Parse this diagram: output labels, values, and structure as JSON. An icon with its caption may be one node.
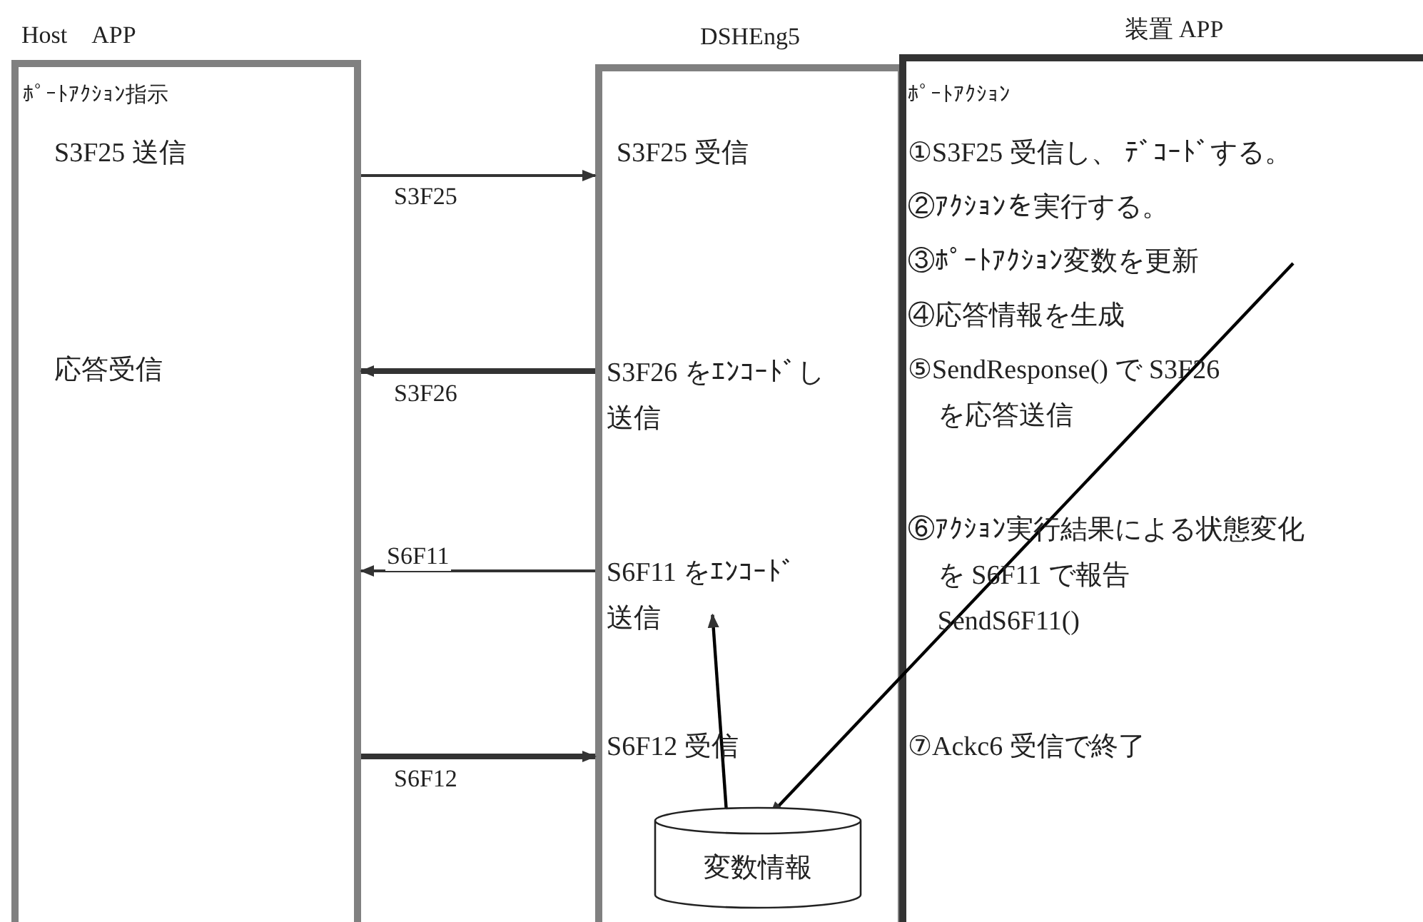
{
  "diagram": {
    "nodes": [
      {
        "text": [
          "Host　APP"
        ]
      },
      {
        "text": [
          "ﾎﾟｰﾄｱｸｼｮﾝ指示"
        ],
        "in": 0
      },
      {
        "text": [
          "S3F25 送信"
        ],
        "in": 0
      },
      {
        "text": [
          "応答受信"
        ],
        "in": 0
      },
      {
        "text": [
          "DSHEng5"
        ]
      },
      {
        "text": [
          "S3F25 受信"
        ],
        "in": 4
      },
      {
        "text": [
          "S3F26 をｴﾝｺｰﾄﾞし送信"
        ],
        "in": 4
      },
      {
        "text": [
          "S6F11 をｴﾝｺｰﾄﾞ送信"
        ],
        "in": 4
      },
      {
        "text": [
          "S6F12 受信"
        ],
        "in": 4
      },
      {
        "text": [
          "変数情報"
        ],
        "in": 4
      },
      {
        "text": [
          "装置 APP"
        ]
      },
      {
        "text": [
          "ﾎﾟｰﾄｱｸｼｮﾝ"
        ],
        "in": 10
      },
      {
        "text": [
          "①S3F25 受信し、 ﾃﾞｺｰﾄﾞする。"
        ],
        "in": 10
      },
      {
        "text": [
          "②ｱｸｼｮﾝを実行する。"
        ],
        "in": 10
      },
      {
        "text": [
          "③ﾎﾟｰﾄｱｸｼｮﾝ変数を更新"
        ],
        "in": 10
      },
      {
        "text": [
          "④応答情報を生成"
        ],
        "in": 10
      },
      {
        "text": [
          "⑤SendResponse() で S3F26 を応答送信"
        ],
        "in": 10
      },
      {
        "text": [
          "⑥ｱｸｼｮﾝ実行結果による状態変化を S6F11 で報告",
          "SendS6F11()"
        ],
        "in": 10
      },
      {
        "text": [
          "⑦Ackc6 受信で終了"
        ],
        "in": 10
      }
    ],
    "edges": [
      {
        "from": 0,
        "to": 4,
        "arrow": "to",
        "label": "S3F25"
      },
      {
        "from": 4,
        "to": 0,
        "arrow": "to",
        "label": "S3F26",
        "style": "thick"
      },
      {
        "from": 4,
        "to": 0,
        "arrow": "to",
        "label": "S6F11"
      },
      {
        "from": 0,
        "to": 4,
        "arrow": "to",
        "label": "S6F12",
        "style": "thick"
      },
      {
        "from": 14,
        "to": 9,
        "arrow": "to"
      },
      {
        "from": 9,
        "to": 7,
        "arrow": "to"
      }
    ]
  }
}
